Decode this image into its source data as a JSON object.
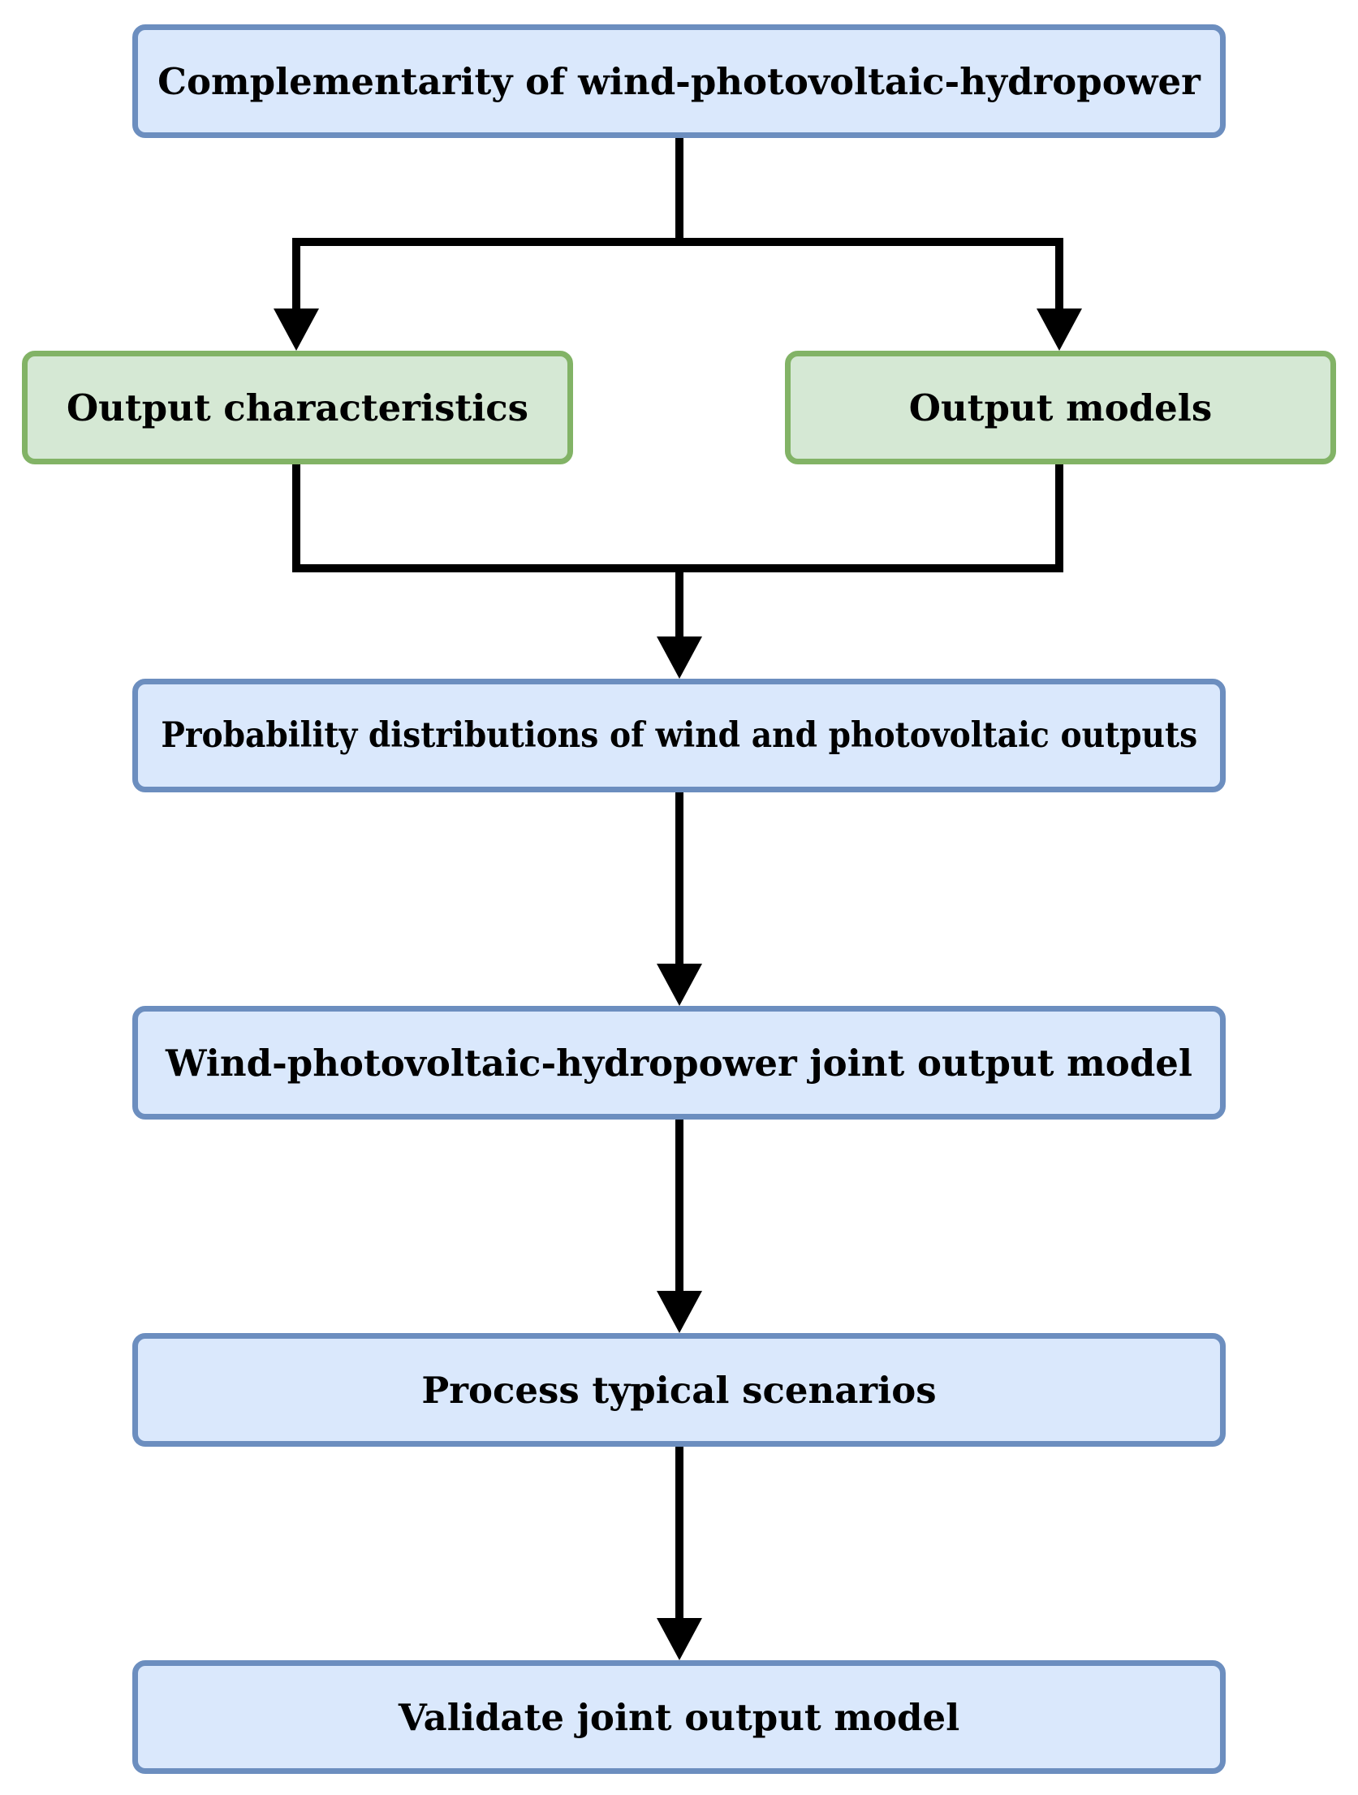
{
  "colors": {
    "blue_fill": "#dae8fc",
    "blue_border": "#6c8ebf",
    "green_fill": "#d5e8d4",
    "green_border": "#82b366",
    "connector": "#000000"
  },
  "nodes": {
    "top": "Complementarity of wind-photovoltaic-hydropower",
    "output_characteristics": "Output characteristics",
    "output_models": "Output models",
    "probability": "Probability distributions of wind and photovoltaic outputs",
    "joint_model": "Wind-photovoltaic-hydropower joint output model",
    "scenarios": "Process typical scenarios",
    "validate": "Validate joint output model"
  },
  "edges": [
    {
      "from": "top",
      "to": "output_characteristics"
    },
    {
      "from": "top",
      "to": "output_models"
    },
    {
      "from": "output_characteristics",
      "to": "probability"
    },
    {
      "from": "output_models",
      "to": "probability"
    },
    {
      "from": "probability",
      "to": "joint_model"
    },
    {
      "from": "joint_model",
      "to": "scenarios"
    },
    {
      "from": "scenarios",
      "to": "validate"
    }
  ]
}
